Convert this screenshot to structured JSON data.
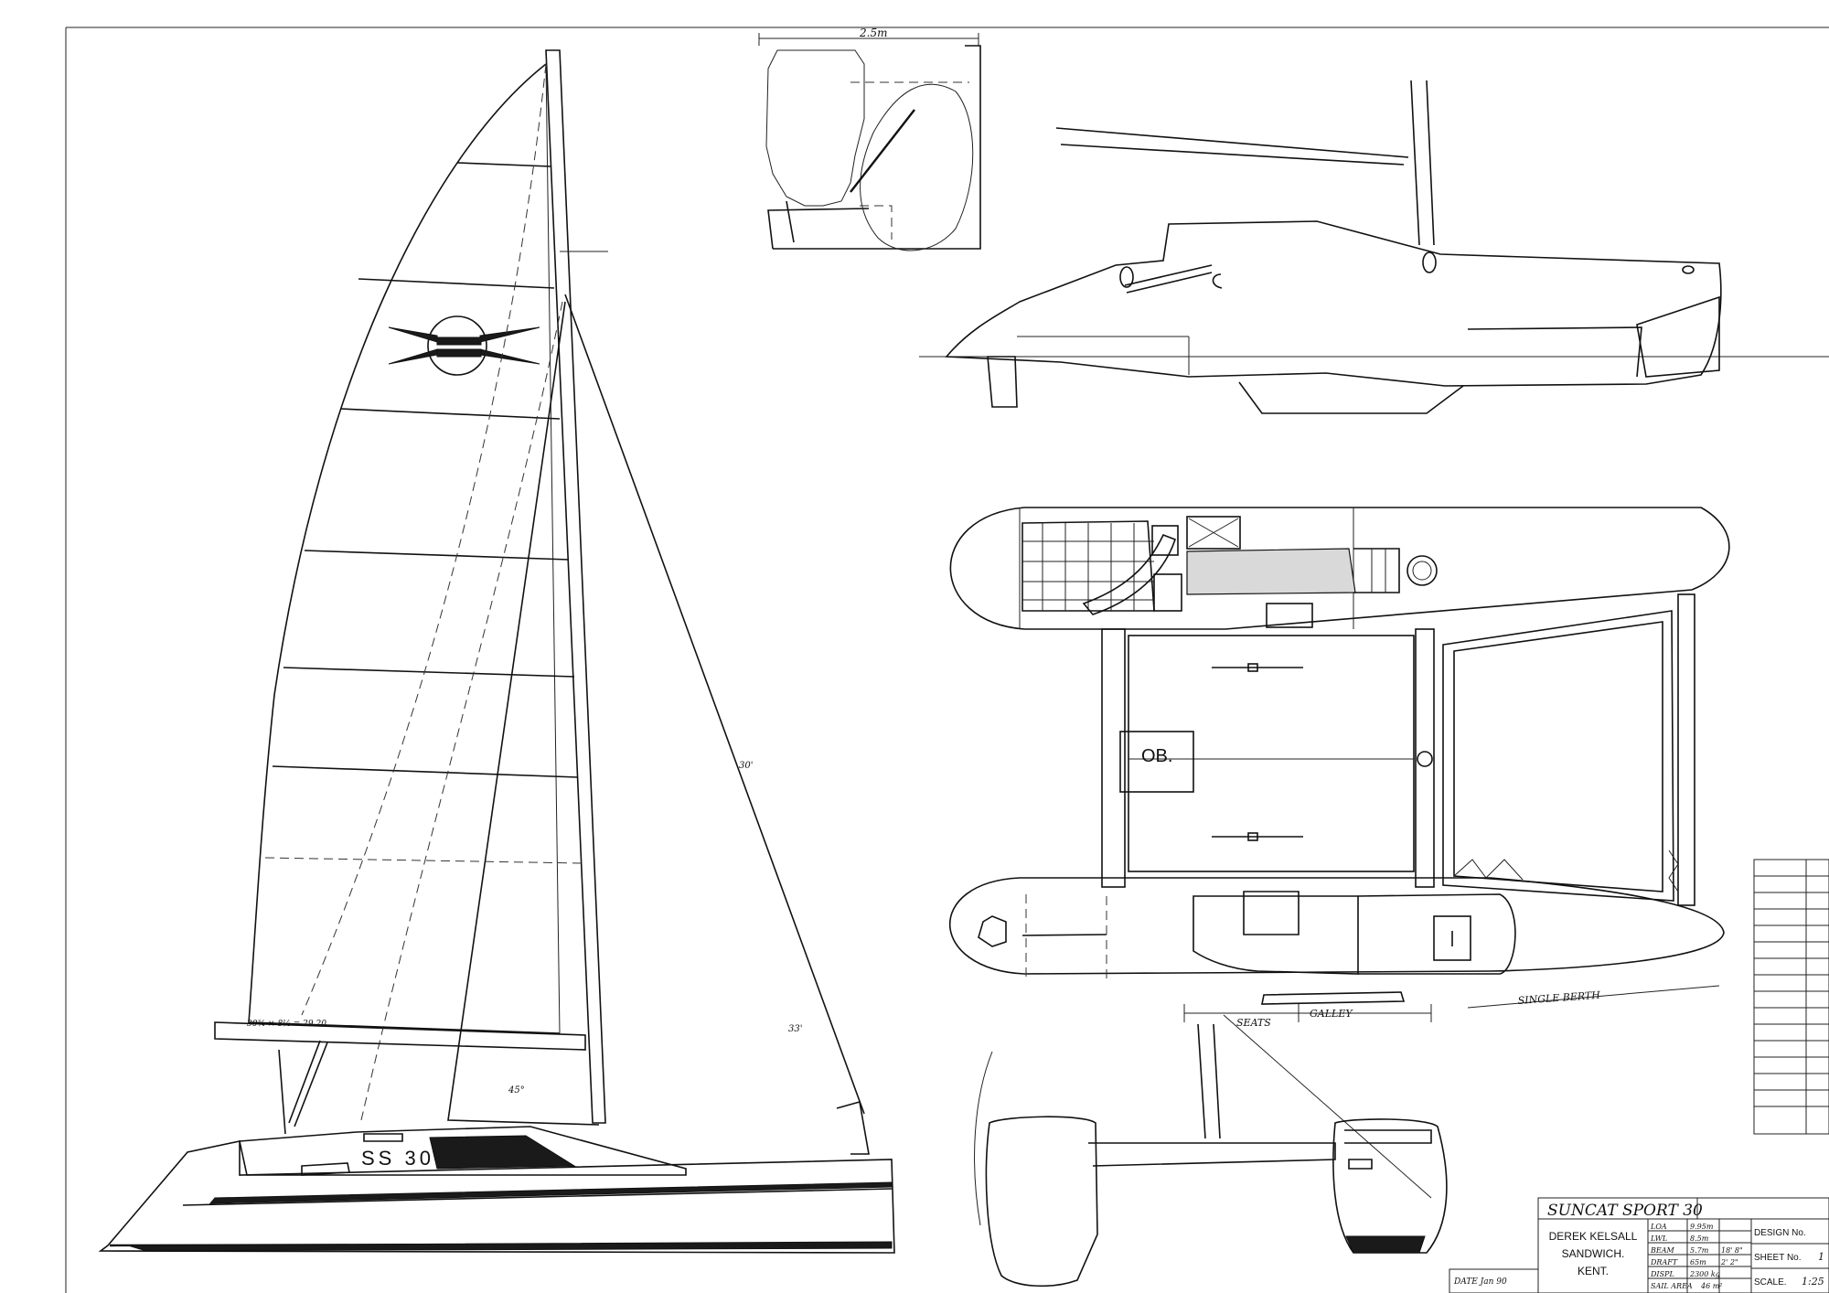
{
  "labels": {
    "sail_number": "SS 30",
    "outboard": "OB.",
    "dim_top": "2.5m",
    "seats": "SEATS",
    "galley": "GALLEY",
    "single_berth": "SINGLE BERTH",
    "date": "DATE  Jan 90"
  },
  "title_block": {
    "title": "SUNCAT SPORT 30",
    "designer": [
      "DEREK KELSALL",
      "SANDWICH.",
      "KENT."
    ],
    "specs": [
      {
        "label": "LOA",
        "value": "9.95m"
      },
      {
        "label": "LWL",
        "value": "8.5m"
      },
      {
        "label": "BEAM",
        "value": "5.7m",
        "imperial": "18' 8\""
      },
      {
        "label": "DRAFT",
        "value": "65m",
        "imperial": "2' 2\""
      },
      {
        "label": "DISPL",
        "value": "2300 kg"
      },
      {
        "label": "SAIL AREA",
        "value": "46 m²"
      }
    ],
    "design_no_label": "DESIGN No.",
    "sheet_no_label": "SHEET No.",
    "sheet_no_value": "1",
    "scale_label": "SCALE.",
    "scale_value": "1:25"
  }
}
